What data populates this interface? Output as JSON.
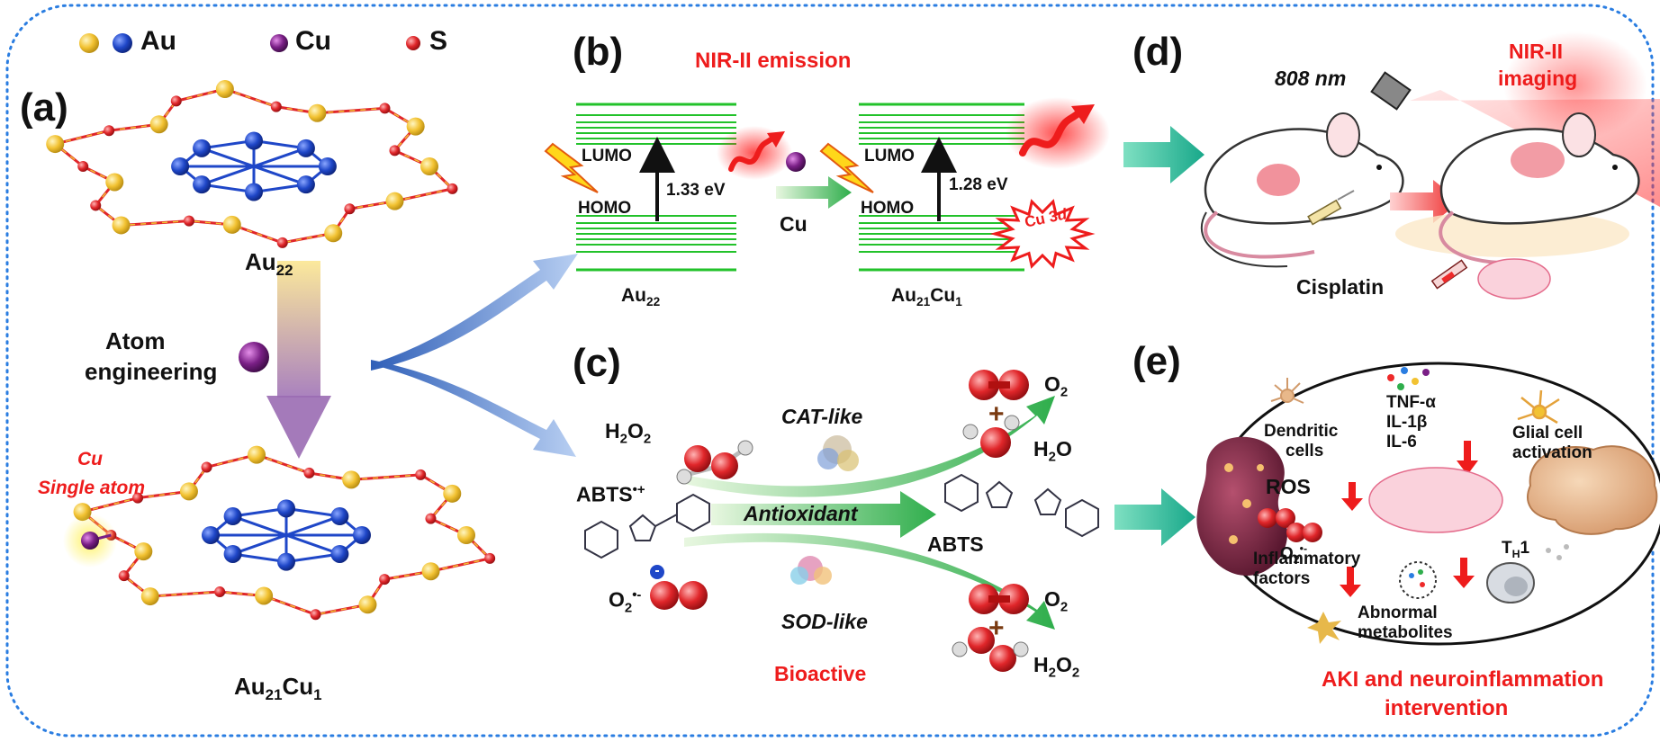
{
  "legend": {
    "au_label": "Au",
    "cu_label": "Cu",
    "s_label": "S",
    "colors": {
      "au_gold": "#f2c232",
      "au_blue": "#1f47c8",
      "cu": "#7a1f86",
      "s": "#e0262a"
    }
  },
  "panel_a": {
    "letter": "(a)",
    "top_cluster_label": "Au",
    "top_cluster_sub": "22",
    "engineering_line1": "Atom",
    "engineering_line2": "engineering",
    "single_atom_line1": "Cu",
    "single_atom_line2": "Single atom",
    "bottom_cluster_label_au": "Au",
    "bottom_cluster_sub_au": "21",
    "bottom_cluster_label_cu": "Cu",
    "bottom_cluster_sub_cu": "1"
  },
  "panel_b": {
    "letter": "(b)",
    "title": "NIR-II emission",
    "lumo": "LUMO",
    "homo": "HOMO",
    "gap_left": "1.33 eV",
    "gap_right": "1.28 eV",
    "dopant": "Cu",
    "left_label_au": "Au",
    "left_label_sub": "22",
    "right_label_au": "Au",
    "right_label_sub_au": "21",
    "right_label_cu": "Cu",
    "right_label_sub_cu": "1",
    "burst_main": "Cu 3",
    "burst_italic": "d"
  },
  "panel_c": {
    "letter": "(c)",
    "h2o2_left": "H",
    "h2o2_left_sub1": "2",
    "h2o2_left_mid": "O",
    "h2o2_left_sub2": "2",
    "cat_like": "CAT-like",
    "o2_top": "O",
    "o2_top_sub": "2",
    "plus_top": "+",
    "h2o": "H",
    "h2o_sub": "2",
    "h2o_end": "O",
    "abts_radical": "ABTS",
    "abts_radical_sup": "•+",
    "antioxidant": "Antioxidant",
    "abts": "ABTS",
    "superoxide": "O",
    "superoxide_sub": "2",
    "superoxide_sup": "•-",
    "sod_like": "SOD-like",
    "o2_bottom": "O",
    "o2_bottom_sub": "2",
    "plus_bottom": "+",
    "h2o2_right": "H",
    "h2o2_right_sub1": "2",
    "h2o2_right_mid": "O",
    "h2o2_right_sub2": "2",
    "bioactive": "Bioactive"
  },
  "panel_d": {
    "letter": "(d)",
    "laser": "808 nm",
    "imaging_line1": "NIR-II",
    "imaging_line2": "imaging",
    "cisplatin": "Cisplatin"
  },
  "panel_e": {
    "letter": "(e)",
    "dendritic_line1": "Dendritic",
    "dendritic_line2": "cells",
    "cytokine1": "TNF-α",
    "cytokine2": "IL-1β",
    "cytokine3": "IL-6",
    "glial_line1": "Glial cell",
    "glial_line2": "activation",
    "ros": "ROS",
    "o2_radical": "O",
    "o2_radical_sub": "2",
    "o2_radical_sup": "•-",
    "inflam_line1": "Inflammatory",
    "inflam_line2": "factors",
    "th1": "T",
    "th1_sub": "H",
    "th1_end": "1",
    "abnormal_line1": "Abnormal",
    "abnormal_line2": "metabolites",
    "intervention_line1": "AKI and neuroinflammation",
    "intervention_line2": "intervention"
  }
}
